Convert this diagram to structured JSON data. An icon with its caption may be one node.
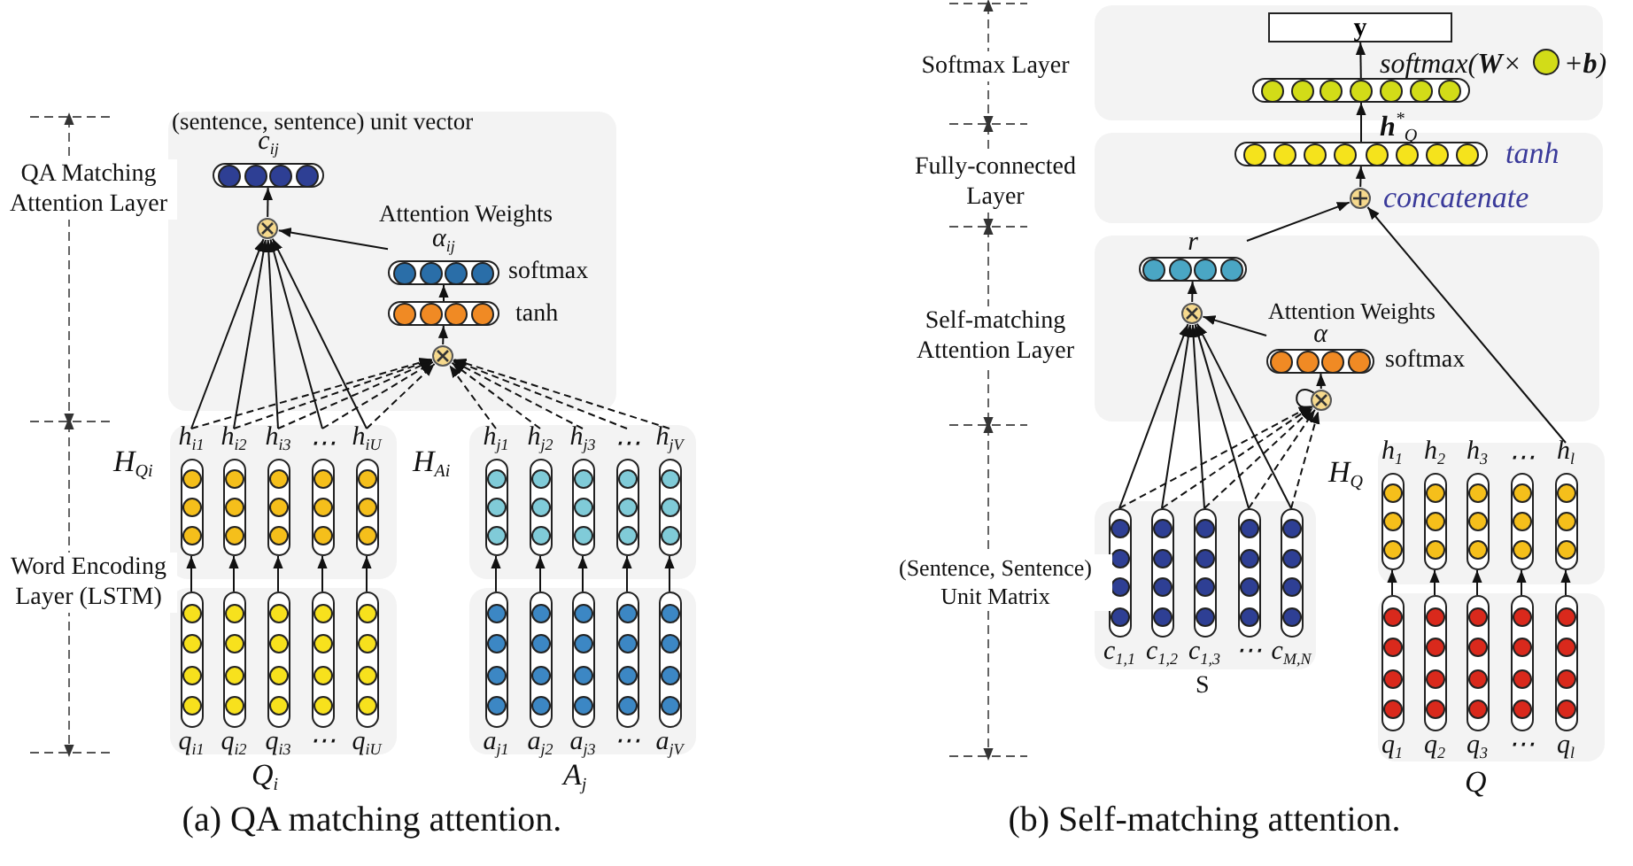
{
  "diagram": {
    "nodes": [
      {
        "text": [
          "c$_{ij}$"
        ]
      },
      {
        "text": [],
        "shape": "circle"
      },
      {
        "text": [
          "α$_{ij}$"
        ],
        "beside": [
          "softmax"
        ]
      },
      {
        "text": [],
        "shape": "bar",
        "beside": [
          "tanh"
        ]
      },
      {
        "text": [],
        "shape": "circle"
      },
      {
        "text": [
          "h$_{i1}$"
        ]
      },
      {
        "text": [
          "h$_{i2}$"
        ]
      },
      {
        "text": [
          "h$_{i3}$"
        ]
      },
      {
        "text": [
          "⋯"
        ]
      },
      {
        "text": [
          "h$_{iU}$"
        ]
      },
      {
        "text": [
          "q$_{i1}$"
        ]
      },
      {
        "text": [
          "q$_{i2}$"
        ]
      },
      {
        "text": [
          "q$_{i3}$"
        ]
      },
      {
        "text": [
          "⋯"
        ]
      },
      {
        "text": [
          "q$_{iU}$"
        ]
      },
      {
        "text": [
          "h$_{j1}$"
        ]
      },
      {
        "text": [
          "h$_{j2}$"
        ]
      },
      {
        "text": [
          "h$_{j3}$"
        ]
      },
      {
        "text": [
          "⋯"
        ]
      },
      {
        "text": [
          "h$_{jV}$"
        ]
      },
      {
        "text": [
          "a$_{j1}$"
        ]
      },
      {
        "text": [
          "a$_{j2}$"
        ]
      },
      {
        "text": [
          "a$_{j3}$"
        ]
      },
      {
        "text": [
          "⋯"
        ]
      },
      {
        "text": [
          "a$_{jV}$"
        ]
      },
      {
        "text": [
          "y"
        ]
      },
      {
        "text": [],
        "shape": "bar"
      },
      {
        "text": [],
        "shape": "bar",
        "beside": [
          "tanh"
        ]
      },
      {
        "text": [],
        "shape": "circle",
        "beside": [
          "concatenate"
        ]
      },
      {
        "text": [
          "r"
        ]
      },
      {
        "text": [],
        "shape": "circle"
      },
      {
        "text": [
          "α"
        ],
        "beside": [
          "softmax"
        ]
      },
      {
        "text": [],
        "shape": "circle"
      },
      {
        "text": [
          "c$_{1,1}$"
        ]
      },
      {
        "text": [
          "c$_{1,2}$"
        ]
      },
      {
        "text": [
          "c$_{1,3}$"
        ]
      },
      {
        "text": [
          "⋯"
        ]
      },
      {
        "text": [
          "c$_{M,N}$"
        ]
      },
      {
        "text": [
          "h$_{1}$"
        ]
      },
      {
        "text": [
          "h$_{2}$"
        ]
      },
      {
        "text": [
          "h$_{3}$"
        ]
      },
      {
        "text": [
          "⋯"
        ]
      },
      {
        "text": [
          "h$_{l}$"
        ]
      },
      {
        "text": [
          "q$_{1}$"
        ]
      },
      {
        "text": [
          "q$_{2}$"
        ]
      },
      {
        "text": [
          "q$_{3}$"
        ]
      },
      {
        "text": [
          "⋯"
        ]
      },
      {
        "text": [
          "q$_{l}$"
        ]
      }
    ],
    "edges": [
      {
        "from": 1,
        "to": 0,
        "arrow": "to"
      },
      {
        "from": 2,
        "to": 1,
        "arrow": "to"
      },
      {
        "from": 3,
        "to": 2,
        "arrow": "to"
      },
      {
        "from": 4,
        "to": 3,
        "arrow": "to"
      },
      {
        "from": 5,
        "to": 1,
        "arrow": "to"
      },
      {
        "from": 6,
        "to": 1,
        "arrow": "to"
      },
      {
        "from": 7,
        "to": 1,
        "arrow": "to"
      },
      {
        "from": 8,
        "to": 1,
        "arrow": "to"
      },
      {
        "from": 9,
        "to": 1,
        "arrow": "to"
      },
      {
        "from": 5,
        "to": 4,
        "arrow": "to",
        "style": "dashed"
      },
      {
        "from": 6,
        "to": 4,
        "arrow": "to",
        "style": "dashed"
      },
      {
        "from": 7,
        "to": 4,
        "arrow": "to",
        "style": "dashed"
      },
      {
        "from": 8,
        "to": 4,
        "arrow": "to",
        "style": "dashed"
      },
      {
        "from": 9,
        "to": 4,
        "arrow": "to",
        "style": "dashed"
      },
      {
        "from": 15,
        "to": 4,
        "arrow": "to",
        "style": "dashed"
      },
      {
        "from": 16,
        "to": 4,
        "arrow": "to",
        "style": "dashed"
      },
      {
        "from": 17,
        "to": 4,
        "arrow": "to",
        "style": "dashed"
      },
      {
        "from": 18,
        "to": 4,
        "arrow": "to",
        "style": "dashed"
      },
      {
        "from": 19,
        "to": 4,
        "arrow": "to",
        "style": "dashed"
      },
      {
        "from": 10,
        "to": 5,
        "arrow": "to"
      },
      {
        "from": 11,
        "to": 6,
        "arrow": "to"
      },
      {
        "from": 12,
        "to": 7,
        "arrow": "to"
      },
      {
        "from": 13,
        "to": 8,
        "arrow": "to"
      },
      {
        "from": 14,
        "to": 9,
        "arrow": "to"
      },
      {
        "from": 20,
        "to": 15,
        "arrow": "to"
      },
      {
        "from": 21,
        "to": 16,
        "arrow": "to"
      },
      {
        "from": 22,
        "to": 17,
        "arrow": "to"
      },
      {
        "from": 23,
        "to": 18,
        "arrow": "to"
      },
      {
        "from": 24,
        "to": 19,
        "arrow": "to"
      },
      {
        "from": 26,
        "to": 25,
        "arrow": "to"
      },
      {
        "from": 27,
        "to": 26,
        "arrow": "to"
      },
      {
        "from": 28,
        "to": 27,
        "arrow": "to"
      },
      {
        "from": 29,
        "to": 28,
        "arrow": "to"
      },
      {
        "from": 42,
        "to": 28,
        "arrow": "to"
      },
      {
        "from": 30,
        "to": 29,
        "arrow": "to"
      },
      {
        "from": 31,
        "to": 30,
        "arrow": "to"
      },
      {
        "from": 32,
        "to": 31,
        "arrow": "to"
      },
      {
        "from": 33,
        "to": 30,
        "arrow": "to"
      },
      {
        "from": 34,
        "to": 30,
        "arrow": "to"
      },
      {
        "from": 35,
        "to": 30,
        "arrow": "to"
      },
      {
        "from": 36,
        "to": 30,
        "arrow": "to"
      },
      {
        "from": 37,
        "to": 30,
        "arrow": "to"
      },
      {
        "from": 33,
        "to": 32,
        "arrow": "to",
        "style": "dashed"
      },
      {
        "from": 34,
        "to": 32,
        "arrow": "to",
        "style": "dashed"
      },
      {
        "from": 35,
        "to": 32,
        "arrow": "to",
        "style": "dashed"
      },
      {
        "from": 36,
        "to": 32,
        "arrow": "to",
        "style": "dashed"
      },
      {
        "from": 37,
        "to": 32,
        "arrow": "to",
        "style": "dashed"
      },
      {
        "from": 43,
        "to": 38,
        "arrow": "to"
      },
      {
        "from": 44,
        "to": 39,
        "arrow": "to"
      },
      {
        "from": 45,
        "to": 40,
        "arrow": "to"
      },
      {
        "from": 46,
        "to": 41,
        "arrow": "to"
      },
      {
        "from": 47,
        "to": 42,
        "arrow": "to"
      },
      {
        "from": 32,
        "to": 32,
        "arrow": "to"
      }
    ],
    "labels": [
      "QA Matching Attention Layer",
      "(sentence, sentence) unit vector",
      "Attention Weights",
      "H$_{Qi}$",
      "H$_{Ai}$",
      "Word Encoding Layer (LSTM)",
      "Q$_{i}$",
      "A$_{j}$",
      "(a) QA matching attention.",
      "Softmax Layer",
      "softmax(**W**×",
      "+**b**)",
      "**h**$^{*}$$_{Q}$",
      "Fully-connected Layer",
      "Self-matching Attention Layer",
      "Attention Weights",
      "H$_{Q}$",
      "(Sentence, Sentence) Unit Matrix",
      "S",
      "Q",
      "(b) Self-matching attention."
    ]
  }
}
